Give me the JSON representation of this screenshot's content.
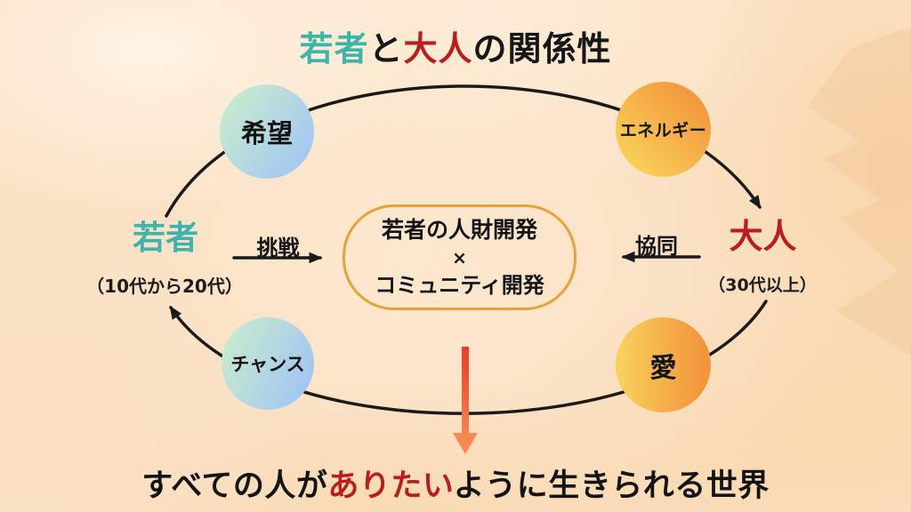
{
  "title": {
    "youth": "若者",
    "and": "と",
    "adult": "大人",
    "suffix": "の関係性"
  },
  "cycle": {
    "hope": "希望",
    "energy": "エネルギー",
    "chance": "チャンス",
    "love": "愛"
  },
  "center_box": {
    "line1": "若者の人財開発",
    "line2": "×",
    "line3": "コミュニティ開発"
  },
  "youth": {
    "name": "若者",
    "age": "（10代から20代）",
    "action": "挑戦"
  },
  "adult": {
    "name": "大人",
    "age": "（30代以上）",
    "action": "協同"
  },
  "goal": {
    "prefix": "すべての人が",
    "highlight": "ありたい",
    "suffix": "ように生きられる世界"
  },
  "colors": {
    "background_base": "#fbe2c6",
    "teal": "#3fb4aa",
    "red": "#b81d20",
    "line_black": "#1a1a1a",
    "box_border": "#e6a238",
    "cool_circle_start": "#c9eecd",
    "cool_circle_end": "#a5c7f1",
    "warm_circle_start": "#f9d35a",
    "warm_circle_end": "#f2953a",
    "result_arrow_top": "#e53c2e",
    "result_arrow_bottom": "#f68b52"
  }
}
